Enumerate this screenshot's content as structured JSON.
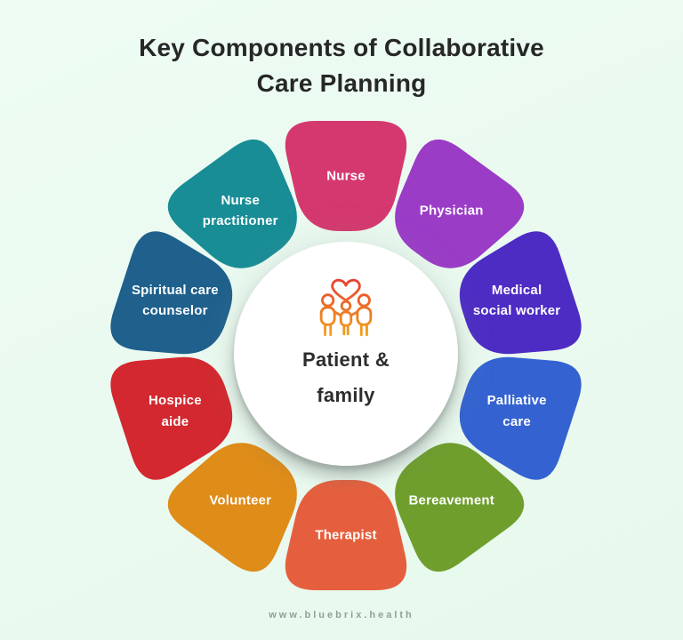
{
  "title": {
    "line1": "Key Components of Collaborative",
    "line2": "Care Planning"
  },
  "center": {
    "icon": "family-heart-icon",
    "lines": [
      "Patient &",
      "family"
    ]
  },
  "segments": [
    {
      "label": "Nurse",
      "lines": [
        "Nurse"
      ],
      "color": "#d5386f",
      "angle": 0
    },
    {
      "label": "Physician",
      "lines": [
        "Physician"
      ],
      "color": "#9b3cc7",
      "angle": 36
    },
    {
      "label": "Medical social worker",
      "lines": [
        "Medical",
        "social worker"
      ],
      "color": "#4d2cc4",
      "angle": 72
    },
    {
      "label": "Palliative care",
      "lines": [
        "Palliative",
        "care"
      ],
      "color": "#3463d1",
      "angle": 108
    },
    {
      "label": "Bereavement",
      "lines": [
        "Bereavement"
      ],
      "color": "#6f9e2d",
      "angle": 144
    },
    {
      "label": "Therapist",
      "lines": [
        "Therapist"
      ],
      "color": "#e55f3e",
      "angle": 180
    },
    {
      "label": "Volunteer",
      "lines": [
        "Volunteer"
      ],
      "color": "#df8c19",
      "angle": 216
    },
    {
      "label": "Hospice aide",
      "lines": [
        "Hospice",
        "aide"
      ],
      "color": "#d3282f",
      "angle": 252
    },
    {
      "label": "Spiritual care counselor",
      "lines": [
        "Spiritual care",
        "counselor"
      ],
      "color": "#1f608c",
      "angle": 288
    },
    {
      "label": "Nurse practitioner",
      "lines": [
        "Nurse",
        "practitioner"
      ],
      "color": "#188d96",
      "angle": 324
    }
  ],
  "footer": {
    "url": "www.bluebrix.health"
  },
  "colors": {
    "background": "#e9f8ee",
    "title_text": "#272727",
    "label_text": "#ffffff",
    "center_text": "#2d2d2d",
    "center_circle": "#ffffff",
    "icon_gradient_top": "#e63a33",
    "icon_gradient_bottom": "#f3a51b",
    "footer_text": "#8fa094"
  }
}
